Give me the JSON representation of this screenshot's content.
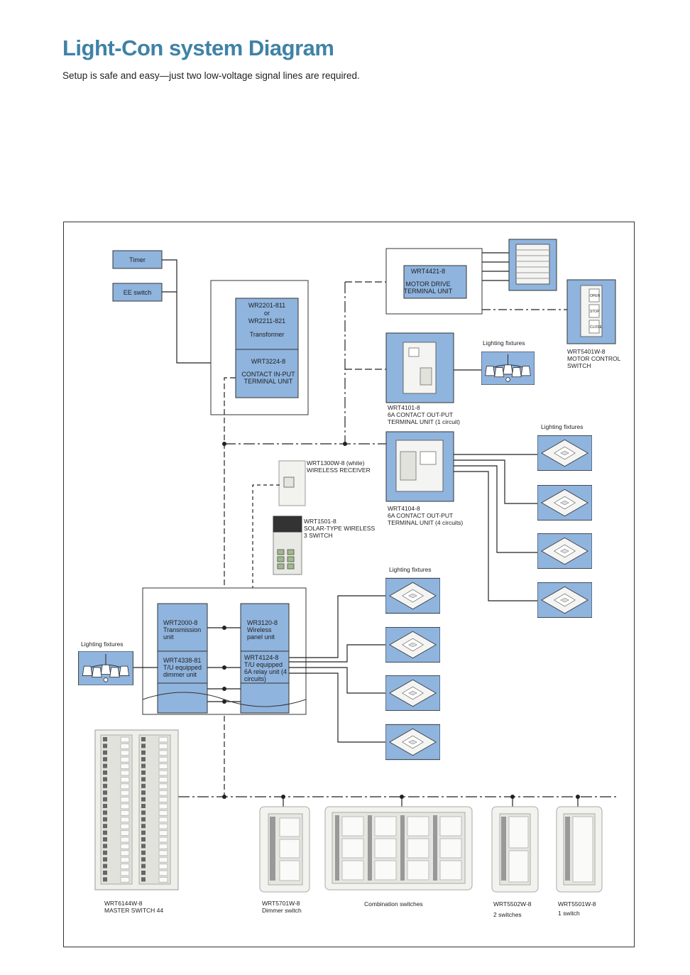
{
  "header": {
    "title": "Light-Con system Diagram",
    "subtitle": "Setup is safe and easy—just two low-voltage signal lines are required."
  },
  "colors": {
    "title": "#3f82a6",
    "box_fill": "#8fb4de",
    "line": "#222222",
    "device_body": "#f2f2ee"
  },
  "inputs": {
    "timer": "Timer",
    "ee_switch": "EE switch"
  },
  "transformer": {
    "model_a": "WR2201-811",
    "or": "or",
    "model_b": "WR2211-821",
    "name": "Transformer"
  },
  "contact_input": {
    "model": "WRT3224-8",
    "name": "CONTACT IN-PUT TERMINAL UNIT"
  },
  "motor_drive": {
    "model": "WRT4421-8",
    "name": "MOTOR DRIVE TERMINAL UNIT"
  },
  "motor_control_switch": {
    "model": "WRT5401W-8",
    "name": "MOTOR CONTROL SWITCH",
    "buttons": [
      "OPEN",
      "STOP",
      "CLOSE"
    ]
  },
  "outputs_1": {
    "model": "WRT4101-8",
    "name": "6A CONTACT OUT-PUT",
    "name2": "TERMINAL UNIT (1 circuit)"
  },
  "outputs_4": {
    "model": "WRT4104-8",
    "name": "6A CONTACT OUT-PUT",
    "name2": "TERMINAL UNIT (4 circuits)"
  },
  "lighting_fixtures_label": "Lighting fixtures",
  "wireless_receiver": {
    "model": "WRT1300W-8 (white)",
    "name": "WIRELESS RECEIVER"
  },
  "solar_switch": {
    "model": "WRT1501-8",
    "name": "SOLAR-TYPE WIRELESS",
    "name2": "3 SWITCH"
  },
  "transmission_unit": {
    "model": "WRT2000-8",
    "name": "Transmission unit"
  },
  "wireless_panel": {
    "model": "WR3120-8",
    "name": "Wireless panel unit"
  },
  "dimmer_unit": {
    "model": "WRT4338-81",
    "name": "T/U equipped dimmer unit"
  },
  "relay_unit": {
    "model": "WRT4124-8",
    "name": "T/U equipped 6A relay unit (4 circuits)"
  },
  "bottom_switches": [
    {
      "model": "WRT6144W-8",
      "name": "MASTER SWITCH 44"
    },
    {
      "model": "WRT5701W-8",
      "name": "Dimmer switch"
    },
    {
      "model": "",
      "name": "Combination switches"
    },
    {
      "model": "WRT5502W-8",
      "name": "2 switches"
    },
    {
      "model": "WRT5501W-8",
      "name": "1 switch"
    }
  ]
}
